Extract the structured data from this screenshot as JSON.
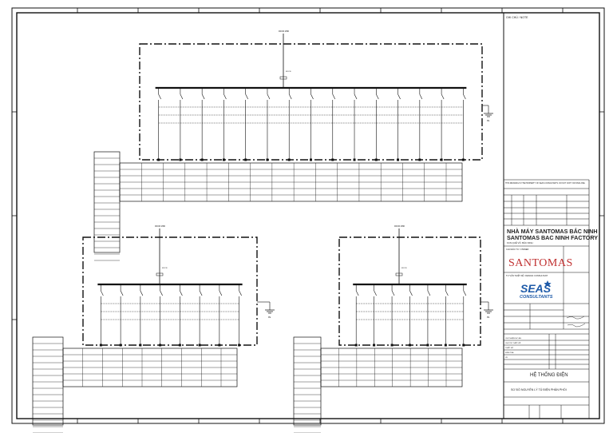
{
  "notes_header": "GHI CHÚ / NOTE",
  "schematic_labels": {
    "top_panel_tag": "FROM MSB",
    "left_panel_tag": "FROM MSB",
    "right_panel_tag": "FROM MSB",
    "earth_tag": "PE",
    "breaker_tag": "MCCB"
  },
  "title_block": {
    "notice_text": "THIS DRAWING IS THE PROPERTY OF SEAS CONSULTANTS. DO NOT COPY OR DISCLOSE.",
    "project_title_vi": "NHÀ MÁY SANTOMAS BẮC NINH",
    "project_title_en": "SANTOMAS BAC NINH FACTORY",
    "project_address": "KCN QUẾ VÕ, BẮC NINH",
    "owner_label": "CHỦ ĐẦU TƯ / OWNER",
    "owner_logo": "SANTOMAS",
    "consultant_label": "TƯ VẤN THIẾT KẾ / DESIGN CONSULTANT",
    "consultant_logo": "SEAS",
    "consultant_subtitle": "CONSULTANTS",
    "system_label": "HỆ THỐNG ĐIỆN",
    "drawing_title": "SƠ ĐỒ NGUYÊN LÝ TỦ ĐIỆN PHÂN PHỐI",
    "role_rows": [
      "CHỦ NHIỆM ĐỒ ÁN",
      "CHỦ TRÌ THIẾT KẾ",
      "THIẾT KẾ",
      "KIỂM TRA",
      "VẼ"
    ]
  }
}
